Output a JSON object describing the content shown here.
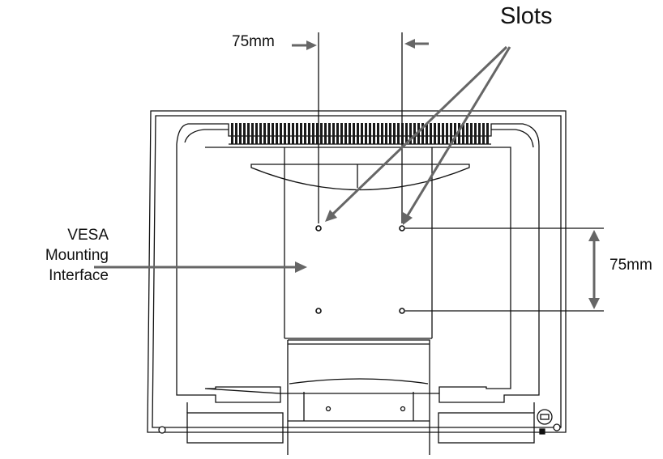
{
  "labels": {
    "slots": "Slots",
    "top_dimension": "75mm",
    "side_dimension": "75mm",
    "interface_line1": "VESA",
    "interface_line2": "Mounting",
    "interface_line3": "Interface"
  },
  "colors": {
    "outline": "#111111",
    "arrow": "#666666",
    "background": "#ffffff"
  }
}
